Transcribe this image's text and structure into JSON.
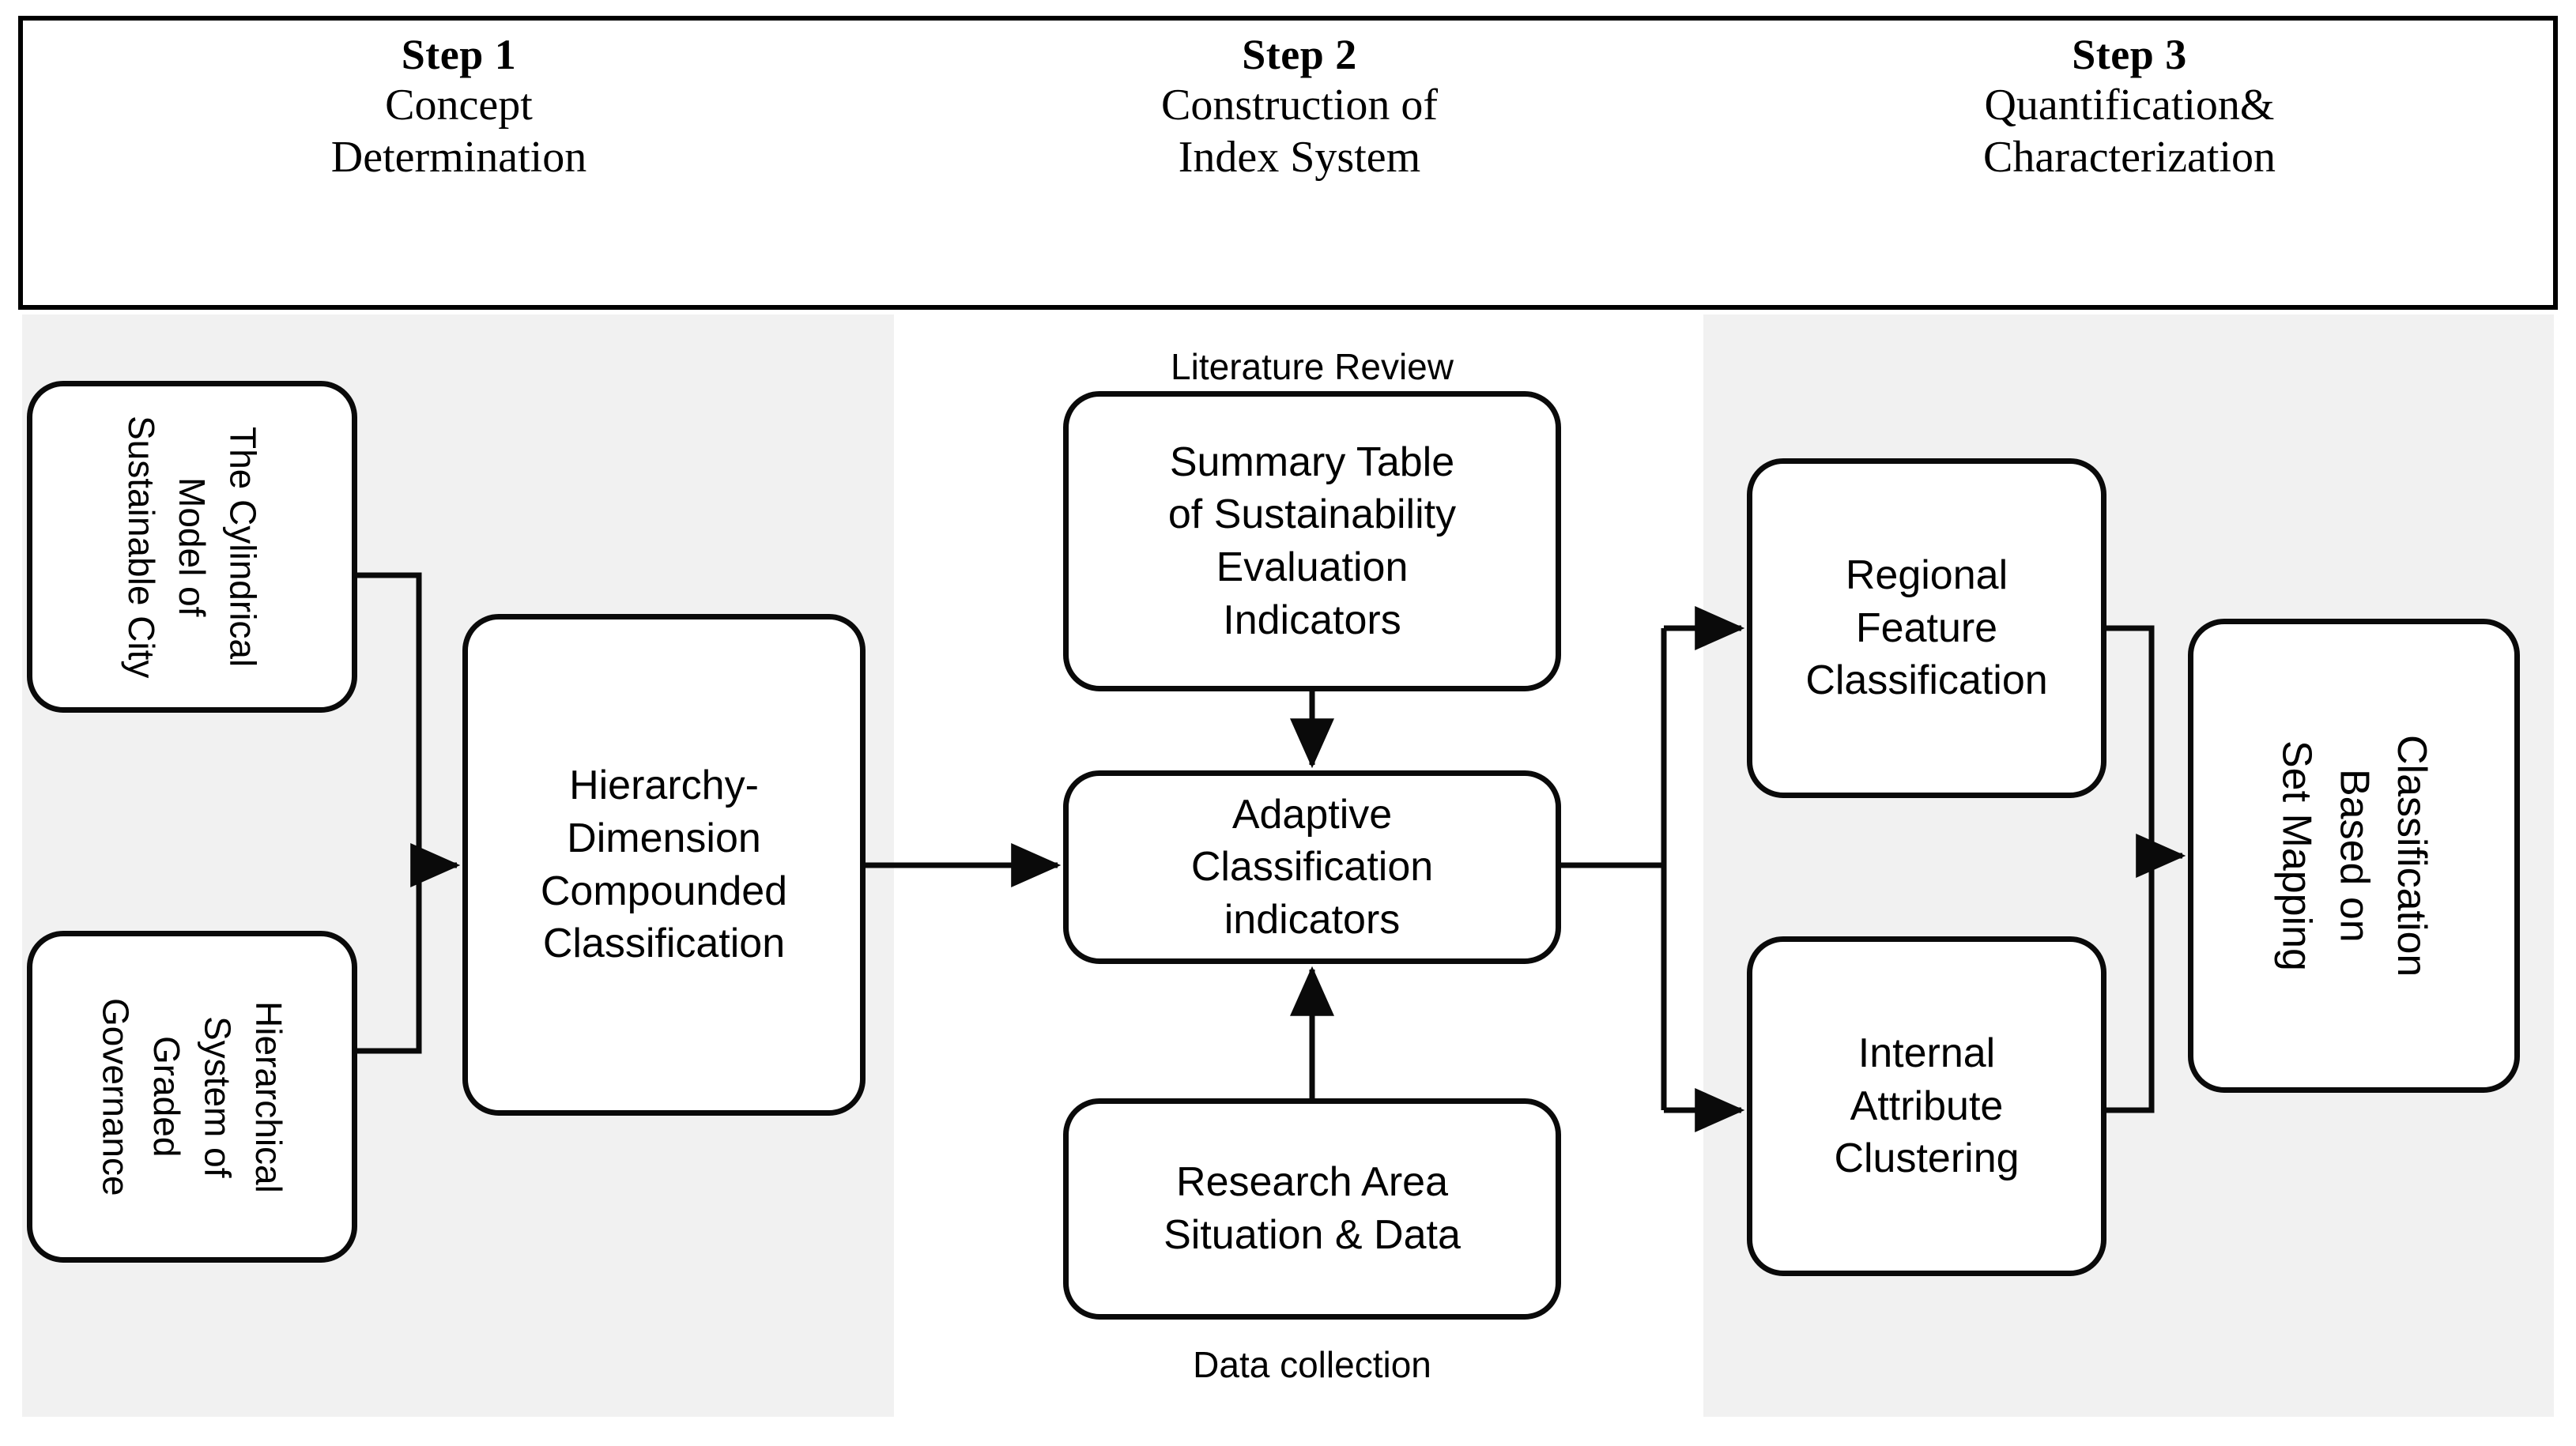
{
  "header": {
    "steps": [
      {
        "title": "Step 1",
        "subtitle": "Concept\nDetermination"
      },
      {
        "title": "Step 2",
        "subtitle": "Construction of\nIndex System"
      },
      {
        "title": "Step 3",
        "subtitle": "Quantification&\nCharacterization"
      }
    ]
  },
  "lanes": [
    {
      "name": "step-1",
      "background": "#f1f1f1"
    },
    {
      "name": "step-2",
      "background": "#ffffff"
    },
    {
      "name": "step-3",
      "background": "#f1f1f1"
    }
  ],
  "nodes": {
    "cylindrical": {
      "label": "The Cylindrical\nModel of\nSustainable City",
      "orientation": "vertical"
    },
    "hierarchical": {
      "label": "Hierarchical\nSystem of\nGraded\nGovernance",
      "orientation": "vertical"
    },
    "hdcc": {
      "label": "Hierarchy-\nDimension\nCompounded\nClassification",
      "orientation": "horizontal"
    },
    "summary": {
      "label": "Summary Table\nof Sustainability\nEvaluation\nIndicators",
      "orientation": "horizontal"
    },
    "adaptive": {
      "label": "Adaptive\nClassification\nindicators",
      "orientation": "horizontal"
    },
    "research": {
      "label": "Research Area\nSituation & Data",
      "orientation": "horizontal"
    },
    "regional": {
      "label": "Regional\nFeature\nClassification",
      "orientation": "horizontal"
    },
    "internal": {
      "label": "Internal\nAttribute\nClustering",
      "orientation": "horizontal"
    },
    "setmapping": {
      "label": "Classification\nBased on\nSet Mapping",
      "orientation": "vertical"
    }
  },
  "captions": {
    "literature_review": "Literature Review",
    "data_collection": "Data collection"
  },
  "colors": {
    "stroke": "#0a0a0a",
    "node_fill": "#ffffff",
    "lane_shaded": "#f1f1f1",
    "lane_plain": "#ffffff",
    "text": "#000000"
  }
}
